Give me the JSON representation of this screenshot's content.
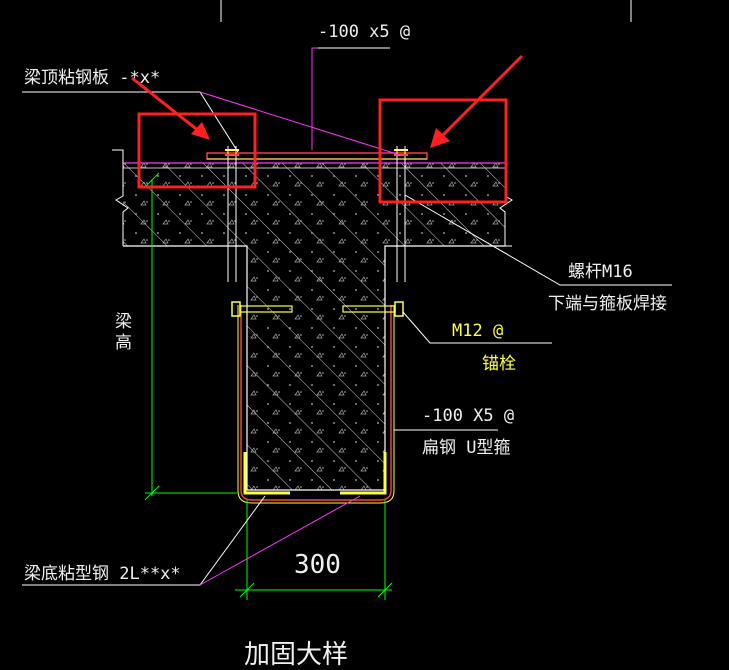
{
  "labels": {
    "top_plate_spec": "-100 x5 @",
    "beam_top_plate": "梁顶粘钢板 -*x*",
    "screw_rod": "螺杆M16",
    "screw_weld": "下端与箍板焊接",
    "anchor": "M12 @",
    "anchor_sub": "锚栓",
    "flat_steel_spec": "-100 X5 @",
    "flat_steel_desc": "扁钢 U型箍",
    "beam_height": "梁高",
    "bottom_angle": "梁底粘型钢 2L**x*",
    "width_dim": "300",
    "bottom_caption": "加固大样"
  },
  "colors": {
    "background": "#000000",
    "concrete_edge": "#ffffff",
    "hatch": "#cfcfcf",
    "dimension": "#00ff00",
    "leader_magenta": "#ff33ff",
    "steel": "#ffff44",
    "steel_red": "#ff4444",
    "highlight_box": "#ff2020"
  }
}
